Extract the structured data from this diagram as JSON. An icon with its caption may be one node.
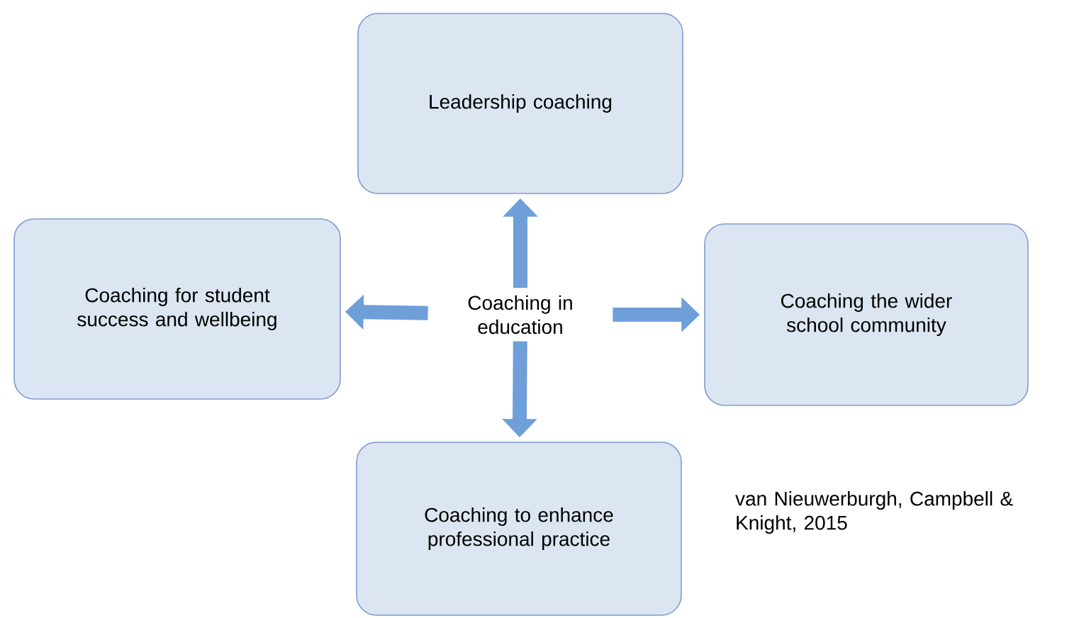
{
  "diagram": {
    "nodes": [
      {
        "text": [
          "Coaching in education"
        ]
      },
      {
        "text": [
          "Leadership coaching"
        ]
      },
      {
        "text": [
          "Coaching for student success and wellbeing"
        ]
      },
      {
        "text": [
          "Coaching the wider school community"
        ]
      },
      {
        "text": [
          "Coaching to enhance professional practice"
        ]
      }
    ],
    "edges": [
      {
        "from": 0,
        "to": 1,
        "arrow": "to"
      },
      {
        "from": 0,
        "to": 2,
        "arrow": "to"
      },
      {
        "from": 0,
        "to": 3,
        "arrow": "to"
      },
      {
        "from": 0,
        "to": 4,
        "arrow": "to"
      }
    ],
    "labels": [
      "van Nieuwerburgh, Campbell & Knight, 2015"
    ]
  }
}
